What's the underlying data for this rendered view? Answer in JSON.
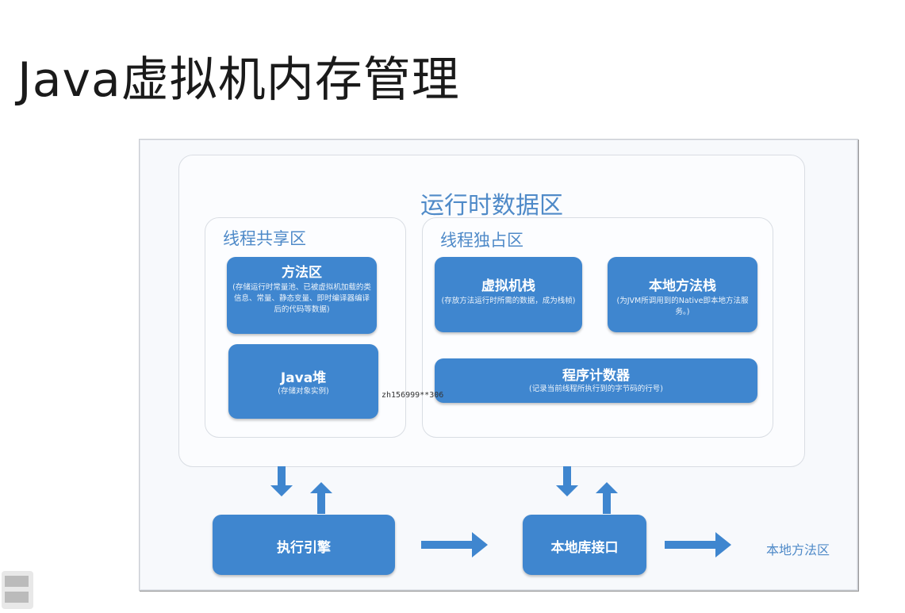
{
  "title": "Java虚拟机内存管理",
  "diagram": {
    "runtime_area": {
      "title": "运行时数据区"
    },
    "shared_area": {
      "title": "线程共享区",
      "method_area": {
        "title": "方法区",
        "desc": "(存储运行时常量池、已被虚拟机加载的类信息、常量、静态变量、即时编译器编译后的代码等数据)"
      },
      "java_heap": {
        "title": "Java堆",
        "desc": "(存储对象实例)"
      }
    },
    "private_area": {
      "title": "线程独占区",
      "vm_stack": {
        "title": "虚拟机栈",
        "desc": "(存放方法运行时所需的数据，成为栈帧)"
      },
      "native_method_stack": {
        "title": "本地方法栈",
        "desc": "(为JVM所调用到的Native即本地方法服务。)"
      },
      "program_counter": {
        "title": "程序计数器",
        "desc": "(记录当前线程所执行到的字节码的行号)"
      }
    },
    "execution_engine": "执行引擎",
    "native_interface": "本地库接口",
    "native_method_library": "本地方法区",
    "watermark": "zh156999**306"
  },
  "colors": {
    "block": "#3f86cf",
    "accent_text": "#4f8ac8",
    "arrow": "#3f86cf"
  }
}
